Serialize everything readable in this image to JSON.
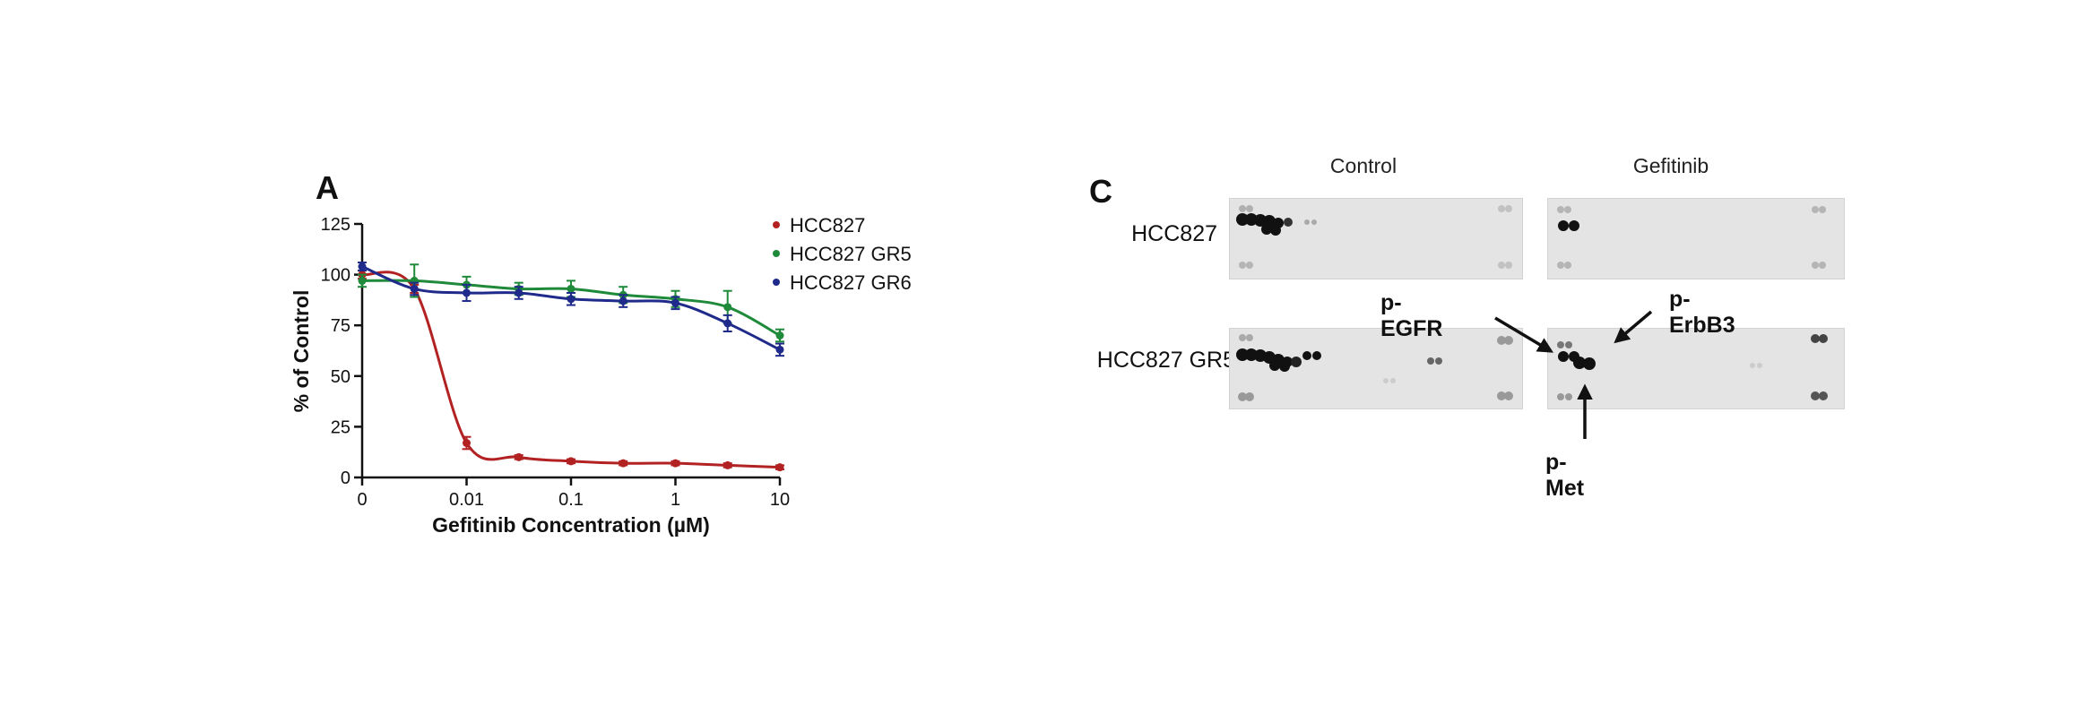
{
  "panel_a": {
    "letter": "A",
    "chart_data": {
      "type": "line",
      "x_scale": "log",
      "xlabel": "Gefitinib Concentration (µM)",
      "ylabel": "% of Control",
      "x_tick_labels": [
        "0",
        "0.01",
        "0.1",
        "1",
        "10"
      ],
      "y_ticks": [
        0,
        25,
        50,
        75,
        100,
        125
      ],
      "ylim": [
        0,
        125
      ],
      "legend_position": "top-right",
      "x": [
        0.001,
        0.00316,
        0.01,
        0.0316,
        0.1,
        0.316,
        1,
        3.16,
        10
      ],
      "series": [
        {
          "name": "HCC827",
          "color": "#b22222",
          "values": [
            100,
            93,
            17,
            10,
            8,
            7,
            7,
            6,
            5
          ],
          "errors": [
            2,
            2,
            3,
            1,
            1,
            1,
            1,
            1,
            1
          ]
        },
        {
          "name": "HCC827 GR5",
          "color": "#1e8a3a",
          "values": [
            97,
            97,
            95,
            93,
            93,
            90,
            88,
            84,
            70
          ],
          "errors": [
            3,
            8,
            4,
            3,
            4,
            4,
            4,
            8,
            3
          ]
        },
        {
          "name": "HCC827 GR6",
          "color": "#1f2a8a",
          "values": [
            104,
            93,
            91,
            91,
            88,
            87,
            86,
            76,
            63
          ],
          "errors": [
            2,
            3,
            4,
            3,
            3,
            3,
            3,
            4,
            3
          ]
        }
      ]
    }
  },
  "panel_c": {
    "letter": "C",
    "columns": [
      "Control",
      "Gefitinib"
    ],
    "rows": [
      "HCC827",
      "HCC827 GR5"
    ],
    "callouts": {
      "egfr": "p-EGFR",
      "erbb3": "p-ErbB3",
      "met": "p-Met"
    }
  }
}
